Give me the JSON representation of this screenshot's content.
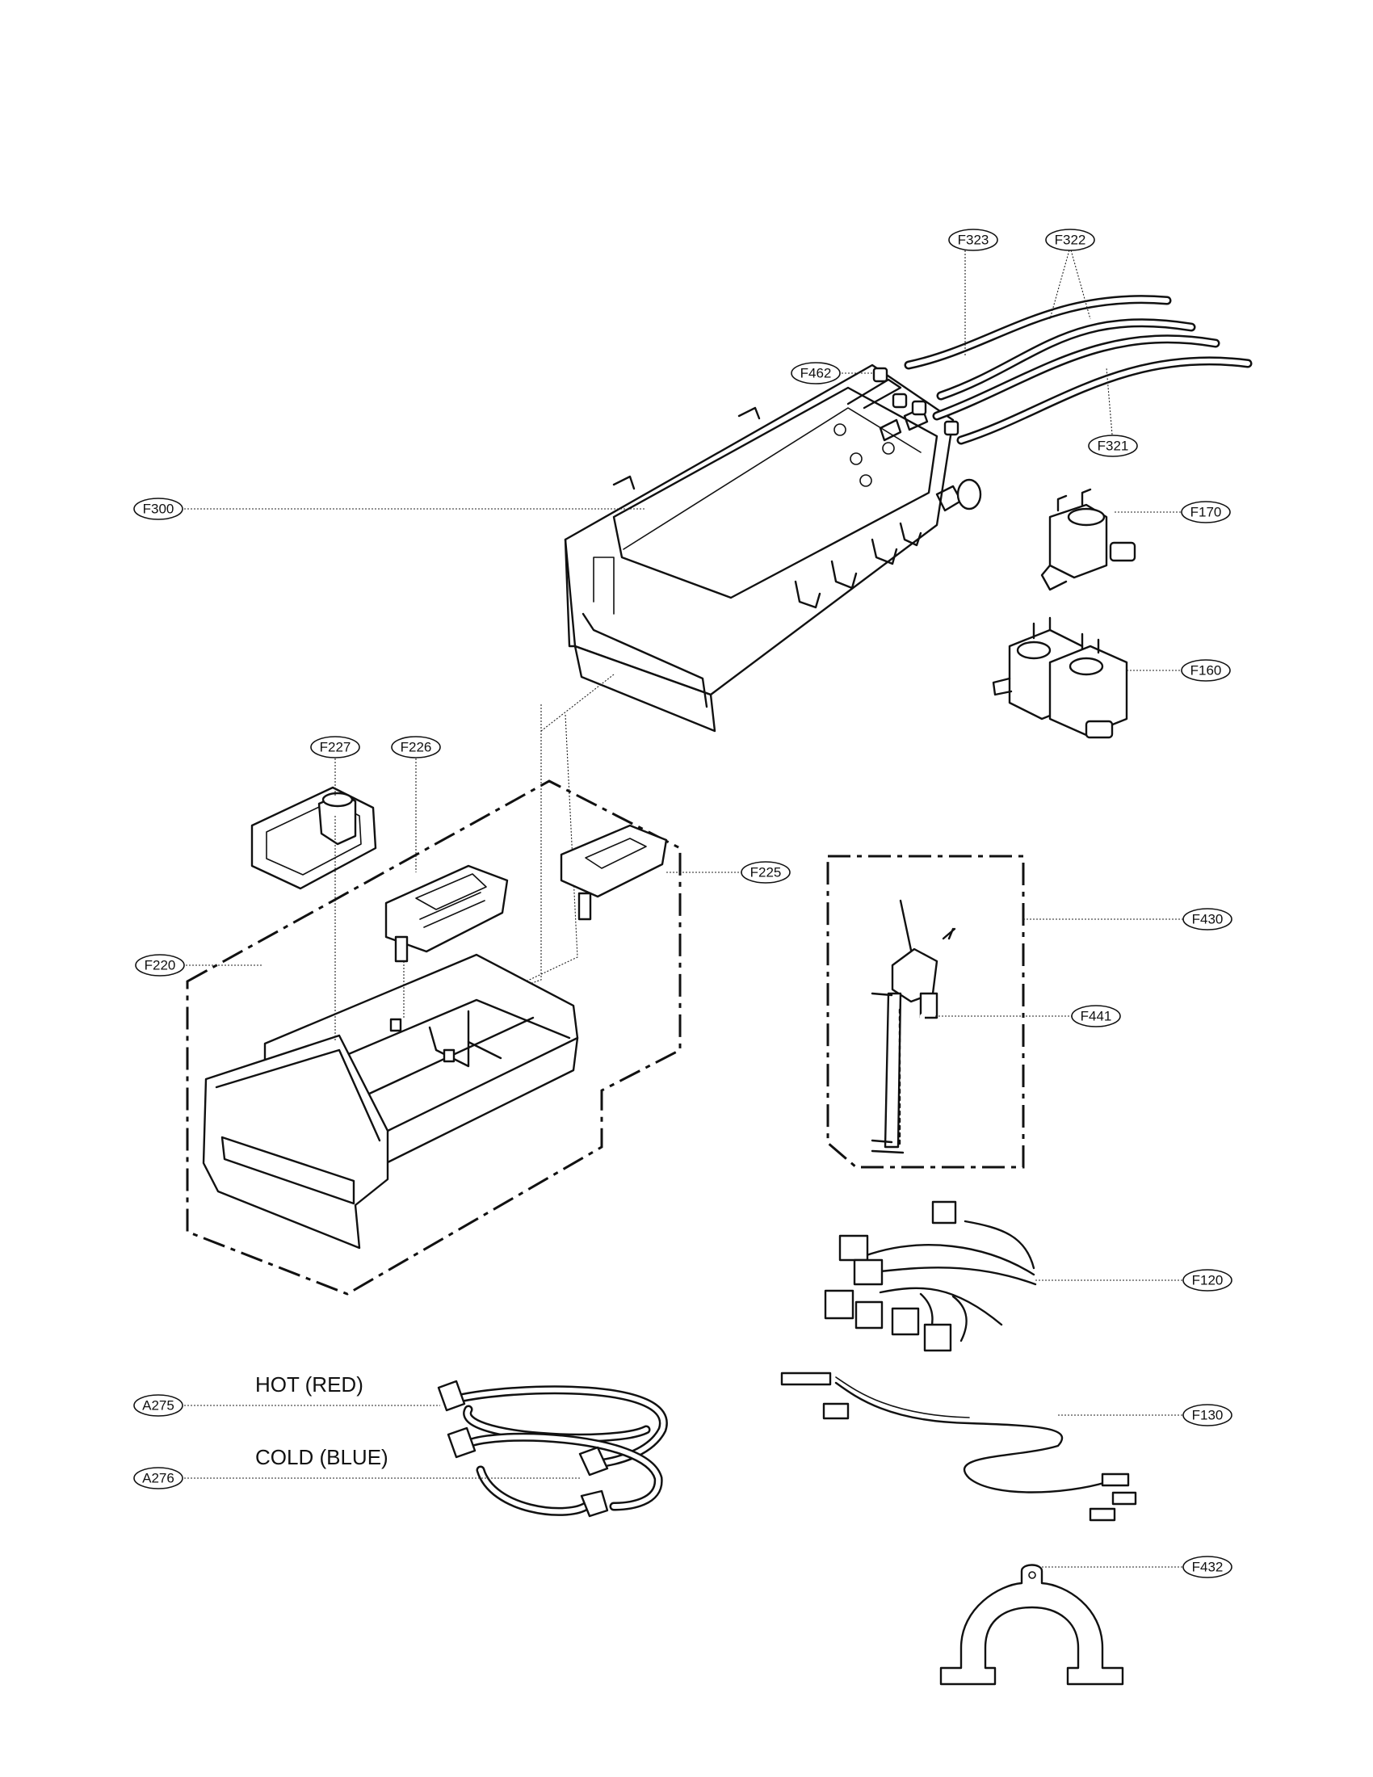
{
  "callouts": {
    "F323": "F323",
    "F322": "F322",
    "F462": "F462",
    "F321": "F321",
    "F300": "F300",
    "F170": "F170",
    "F160": "F160",
    "F227": "F227",
    "F226": "F226",
    "F225": "F225",
    "F220": "F220",
    "F430": "F430",
    "F441": "F441",
    "F120": "F120",
    "F130": "F130",
    "F432": "F432",
    "A275": "A275",
    "A276": "A276"
  },
  "labels": {
    "hot": "HOT (RED)",
    "cold": "COLD (BLUE)"
  }
}
